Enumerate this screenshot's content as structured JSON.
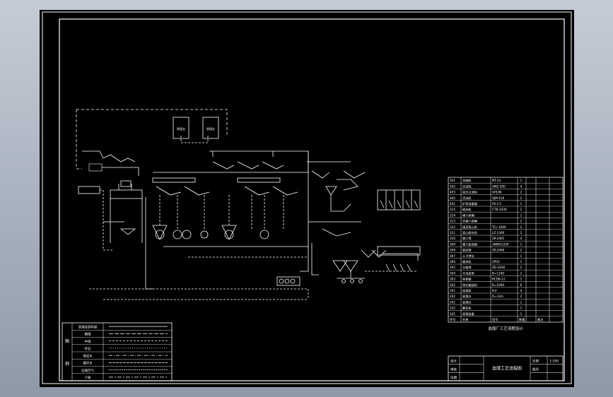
{
  "drawing": {
    "title": "选煤厂工艺流程设计",
    "name": "选煤工艺流程图",
    "scale": "1:100"
  },
  "legend": {
    "side_chars": [
      "图",
      "例"
    ],
    "rows": [
      "原煤及原料煤",
      "精煤",
      "中煤",
      "矸石",
      "煤泥水",
      "循环水",
      "压缩空气",
      "介质"
    ]
  },
  "equipment_table": {
    "header": [
      "序号",
      "名称",
      "型号",
      "数量",
      "备注"
    ],
    "rows": [
      {
        "no": "501",
        "name": "浓缩机",
        "model": "NT-24",
        "qty": "1"
      },
      {
        "no": "502",
        "name": "压滤机",
        "model": "XMZ-500",
        "qty": "4"
      },
      {
        "no": "403",
        "name": "加压过滤机",
        "model": "GPJ-96",
        "qty": "2"
      },
      {
        "no": "402",
        "name": "浮选机",
        "model": "XJM-S16",
        "qty": "2"
      },
      {
        "no": "401",
        "name": "矿浆准备器",
        "model": "FK-3.5",
        "qty": "1"
      },
      {
        "no": "315",
        "name": "磁选机",
        "model": "CTB-1030",
        "qty": "2"
      },
      {
        "no": "314",
        "name": "稀介质桶",
        "model": "",
        "qty": "1"
      },
      {
        "no": "313",
        "name": "合格介质桶",
        "model": "",
        "qty": "2"
      },
      {
        "no": "312",
        "name": "煤泥离心机",
        "model": "TCL-1000",
        "qty": "2"
      },
      {
        "no": "311",
        "name": "离心脱水机",
        "model": "LZ-1300",
        "qty": "2"
      },
      {
        "no": "310",
        "name": "脱介筛",
        "model": "ZK-2461",
        "qty": "4"
      },
      {
        "no": "309",
        "name": "重介旋流器",
        "model": "3NWX1200",
        "qty": "1"
      },
      {
        "no": "308",
        "name": "脱泥筛",
        "model": "ZK-2460",
        "qty": "2"
      },
      {
        "no": "307",
        "name": "斗子捞坑",
        "model": "",
        "qty": "1"
      },
      {
        "no": "306",
        "name": "破碎机",
        "model": "2PGC",
        "qty": "1"
      },
      {
        "no": "305",
        "name": "分级筛",
        "model": "ZD-1836",
        "qty": "2"
      },
      {
        "no": "304",
        "name": "手选皮带",
        "model": "B=1200",
        "qty": "2"
      },
      {
        "no": "303",
        "name": "除铁器",
        "model": "RCDB-12",
        "qty": "1"
      },
      {
        "no": "302",
        "name": "带式输送机",
        "model": "B=1000",
        "qty": "6"
      },
      {
        "no": "301",
        "name": "给煤机",
        "model": "K-4",
        "qty": "4"
      },
      {
        "no": "202",
        "name": "原煤仓",
        "model": "D=12m",
        "qty": "2"
      },
      {
        "no": "201",
        "name": "受煤坑",
        "model": "",
        "qty": "1"
      },
      {
        "no": "102",
        "name": "翻车机",
        "model": "",
        "qty": "1"
      },
      {
        "no": "101",
        "name": "原煤准备",
        "model": "",
        "qty": "1"
      }
    ]
  },
  "title_block": {
    "rows": [
      {
        "label": "设计",
        "value": "",
        "k2": "比例",
        "v2": "1:100"
      },
      {
        "label": "审核",
        "value": "",
        "k2": "图号",
        "v2": ""
      },
      {
        "label": "日期",
        "value": "",
        "k2": "",
        "v2": ""
      }
    ]
  }
}
